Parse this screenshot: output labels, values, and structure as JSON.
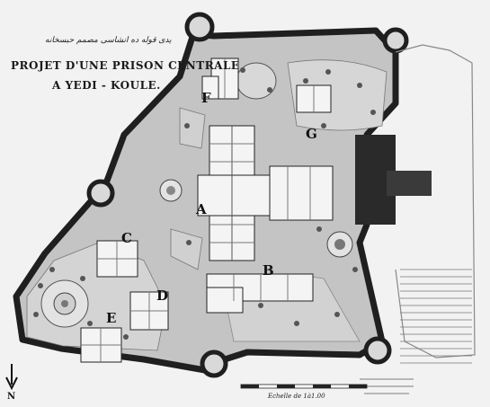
{
  "ottoman_caption": "یدی قوله ده انشاسی مصمم حبسخانه",
  "title": {
    "line1": "PROJET D'UNE PRISON CENTRALE",
    "line2": "A YEDI - KOULE."
  },
  "sections": [
    {
      "id": "A",
      "label": "A"
    },
    {
      "id": "B",
      "label": "B"
    },
    {
      "id": "C",
      "label": "C"
    },
    {
      "id": "D",
      "label": "D"
    },
    {
      "id": "E",
      "label": "E"
    },
    {
      "id": "F",
      "label": "F"
    },
    {
      "id": "G",
      "label": "G"
    }
  ],
  "scale_label": "Echelle de 1à1.00",
  "north_label": "N",
  "colors": {
    "wall": "#1f1f1f",
    "ground": "#c9c9c9",
    "garden": "#dcdcdc",
    "building": "#f4f4f4"
  }
}
